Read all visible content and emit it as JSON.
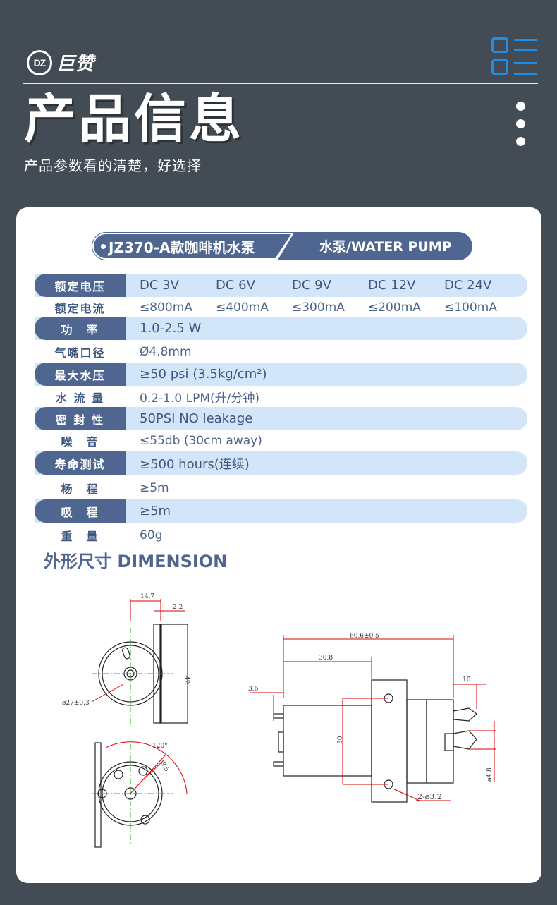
{
  "header": {
    "logo_mark": "DZ",
    "brand": "巨赞",
    "title": "产品信息",
    "subtitle": "产品参数看的清楚，好选择"
  },
  "banner": {
    "model": "JZ370-A款咖啡机水泵",
    "category": "水泵/WATER PUMP"
  },
  "specs": {
    "voltage": {
      "label": "额定电压",
      "values": [
        "DC 3V",
        "DC 6V",
        "DC 9V",
        "DC 12V",
        "DC 24V"
      ]
    },
    "current": {
      "label": "额定电流",
      "values": [
        "≤800mA",
        "≤400mA",
        "≤300mA",
        "≤200mA",
        "≤100mA"
      ]
    },
    "power": {
      "label": "功　率",
      "value": "1.0-2.5 W"
    },
    "nozzle": {
      "label": "气嘴口径",
      "value": "Ø4.8mm"
    },
    "pressure": {
      "label": "最大水压",
      "value": "≥50 psi (3.5kg/cm²)"
    },
    "flow": {
      "label": "水 流 量",
      "value": "0.2-1.0 LPM(升/分钟)"
    },
    "seal": {
      "label": "密 封 性",
      "value": "50PSI NO leakage"
    },
    "noise": {
      "label": "噪　音",
      "value": "≤55db (30cm away)"
    },
    "life": {
      "label": "寿命测试",
      "value": "≥500 hours(连续)"
    },
    "lift": {
      "label": "杨　程",
      "value": "≥5m"
    },
    "suction": {
      "label": "吸　程",
      "value": "≥5m"
    },
    "weight": {
      "label": "重　量",
      "value": "60g"
    }
  },
  "dimension": {
    "title": "外形尺寸 DIMENSION",
    "labels": {
      "d1": "14.7",
      "d2": "2.2",
      "d3": "42",
      "d4": "ø27±0.3",
      "d5": "120°",
      "d6": "9.5",
      "d7": "60.6±0.5",
      "d8": "30.8",
      "d9": "3.6",
      "d10": "10",
      "d11": "30",
      "d12": "ø4.8",
      "d13": "2-ø3.2"
    }
  },
  "colors": {
    "background": "#434b55",
    "accent": "#4e6690",
    "row_shade": "#d3e6f9",
    "menu_blue": "#1e8fe8"
  }
}
